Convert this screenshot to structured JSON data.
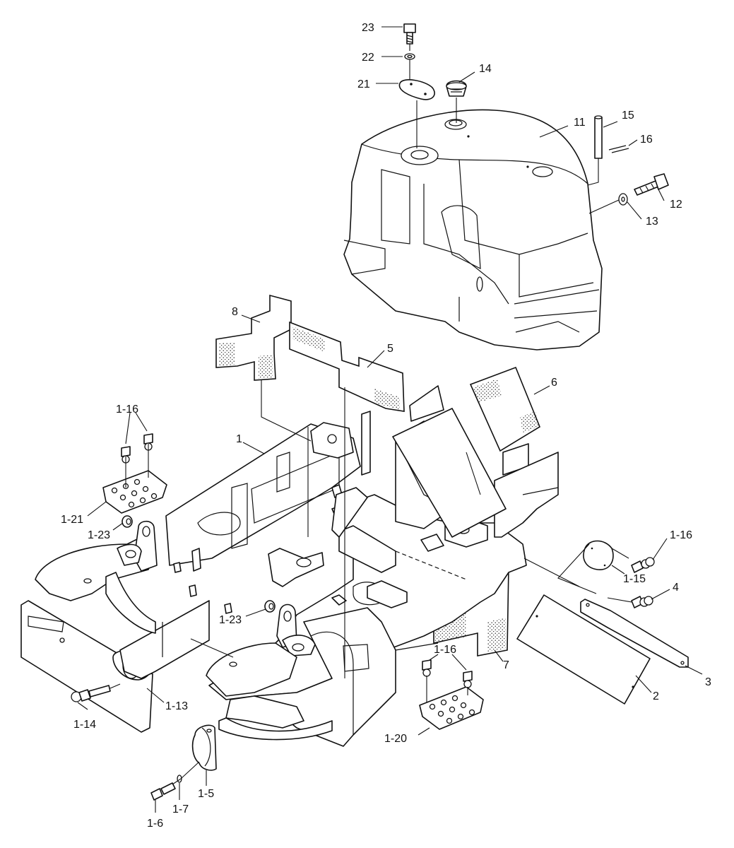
{
  "callouts": [
    {
      "id": "c23",
      "text": "23"
    },
    {
      "id": "c22",
      "text": "22"
    },
    {
      "id": "c21",
      "text": "21"
    },
    {
      "id": "c14",
      "text": "14"
    },
    {
      "id": "c11",
      "text": "11"
    },
    {
      "id": "c15",
      "text": "15"
    },
    {
      "id": "c16",
      "text": "16"
    },
    {
      "id": "c12",
      "text": "12"
    },
    {
      "id": "c13",
      "text": "13"
    },
    {
      "id": "c8",
      "text": "8"
    },
    {
      "id": "c5",
      "text": "5"
    },
    {
      "id": "c6",
      "text": "6"
    },
    {
      "id": "c1",
      "text": "1"
    },
    {
      "id": "c1-16a",
      "text": "1-16"
    },
    {
      "id": "c1-21",
      "text": "1-21"
    },
    {
      "id": "c1-23a",
      "text": "1-23"
    },
    {
      "id": "c1-16b",
      "text": "1-16"
    },
    {
      "id": "c1-15",
      "text": "1-15"
    },
    {
      "id": "c4",
      "text": "4"
    },
    {
      "id": "c1-23b",
      "text": "1-23"
    },
    {
      "id": "c1-16c",
      "text": "1-16"
    },
    {
      "id": "c7",
      "text": "7"
    },
    {
      "id": "c3",
      "text": "3"
    },
    {
      "id": "c2",
      "text": "2"
    },
    {
      "id": "c1-13",
      "text": "1-13"
    },
    {
      "id": "c1-14",
      "text": "1-14"
    },
    {
      "id": "c1-20",
      "text": "1-20"
    },
    {
      "id": "c1-5",
      "text": "1-5"
    },
    {
      "id": "c1-7",
      "text": "1-7"
    },
    {
      "id": "c1-6",
      "text": "1-6"
    }
  ]
}
